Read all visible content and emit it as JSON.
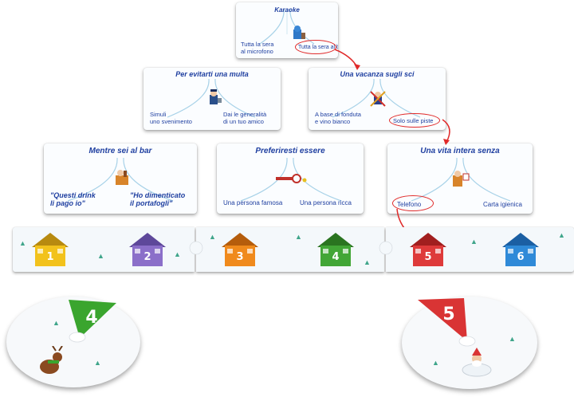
{
  "cards": [
    {
      "title": "Karaoke",
      "left": "Tutta la sera\nal microfono",
      "right": "Tutta la sera al bar"
    },
    {
      "title": "Per evitarti una multa",
      "left": "Simuli\nuno svenimento",
      "right": "Dai le generalità\ndi un tuo amico"
    },
    {
      "title": "Una vacanza sugli sci",
      "left": "A base di fonduta\ne vino bianco",
      "right": "Solo sulle piste"
    },
    {
      "title": "Mentre sei al bar",
      "left": "\"Questi drink\nli pago io\"",
      "right": "\"Ho dimenticato\nil portafogli\""
    },
    {
      "title": "Preferiresti essere",
      "left": "Una persona famosa",
      "right": "Una persona ricca"
    },
    {
      "title": "Una vita intera senza",
      "left": "Telefono",
      "right": "Carta igienica"
    }
  ],
  "houses": [
    {
      "number": "1",
      "color": "#f2c21c",
      "roof": "#b78a10"
    },
    {
      "number": "2",
      "color": "#8b6fc9",
      "roof": "#5e489a"
    },
    {
      "number": "3",
      "color": "#f08a1c",
      "roof": "#b55d0c"
    },
    {
      "number": "4",
      "color": "#42a636",
      "roof": "#2a7420"
    },
    {
      "number": "5",
      "color": "#de3a3a",
      "roof": "#a11f1f"
    },
    {
      "number": "6",
      "color": "#2f8ad8",
      "roof": "#1b5fa3"
    }
  ],
  "discs": [
    {
      "number": "4",
      "color": "#3aa52e"
    },
    {
      "number": "5",
      "color": "#d93434"
    }
  ],
  "colors": {
    "text": "#1f3fa0",
    "marker": "#e02a2a",
    "lines": "#a8d2e8"
  }
}
